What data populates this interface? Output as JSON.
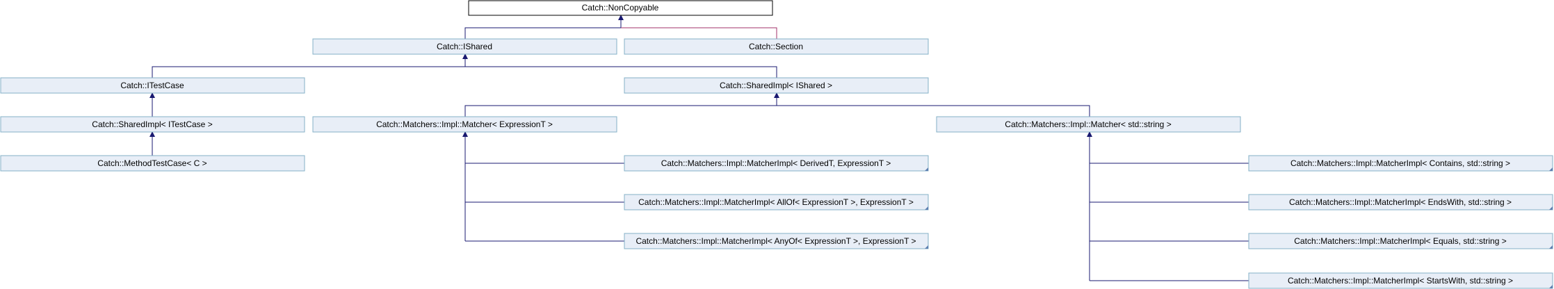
{
  "diagram": {
    "colors": {
      "node_fill": "#e8eef7",
      "node_border": "#84b0c7",
      "root_fill": "#ffffff",
      "root_border": "#000000",
      "edge": "#191970",
      "edge_alt": "#a0306a"
    },
    "nodes": {
      "noncopyable": "Catch::NonCopyable",
      "ishared": "Catch::IShared",
      "section": "Catch::Section",
      "itestcase": "Catch::ITestCase",
      "sharedimpl_ishared": "Catch::SharedImpl< IShared >",
      "sharedimpl_itestcase": "Catch::SharedImpl< ITestCase >",
      "matcher_expr": "Catch::Matchers::Impl::Matcher< ExpressionT >",
      "matcher_string": "Catch::Matchers::Impl::Matcher< std::string >",
      "methodtestcase": "Catch::MethodTestCase< C >",
      "matcherimpl_derived": "Catch::Matchers::Impl::MatcherImpl< DerivedT, ExpressionT >",
      "matcherimpl_allof": "Catch::Matchers::Impl::MatcherImpl< AllOf< ExpressionT >, ExpressionT >",
      "matcherimpl_anyof": "Catch::Matchers::Impl::MatcherImpl< AnyOf< ExpressionT >, ExpressionT >",
      "matcherimpl_contains": "Catch::Matchers::Impl::MatcherImpl< Contains, std::string >",
      "matcherimpl_endswith": "Catch::Matchers::Impl::MatcherImpl< EndsWith, std::string >",
      "matcherimpl_equals": "Catch::Matchers::Impl::MatcherImpl< Equals, std::string >",
      "matcherimpl_startswith": "Catch::Matchers::Impl::MatcherImpl< StartsWith, std::string >"
    }
  }
}
